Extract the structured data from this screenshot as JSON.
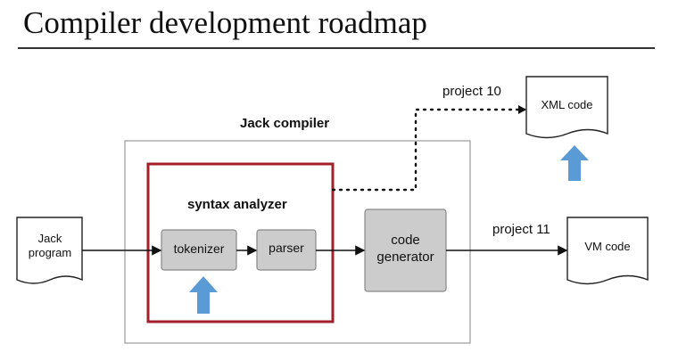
{
  "title": "Compiler development roadmap",
  "jack_compiler_label": "Jack compiler",
  "syntax_analyzer_label": "syntax analyzer",
  "nodes": {
    "jack_program": "Jack program",
    "tokenizer": "tokenizer",
    "parser": "parser",
    "code_generator": "code generator",
    "xml_code": "XML code",
    "vm_code": "VM code"
  },
  "edges": {
    "project10": "project 10",
    "project11": "project 11"
  },
  "colors": {
    "analyzer_border": "#a3202a",
    "component_fill": "#cccccc",
    "highlight_arrow": "#5b9bd5",
    "compiler_border": "#9a9a9a"
  }
}
